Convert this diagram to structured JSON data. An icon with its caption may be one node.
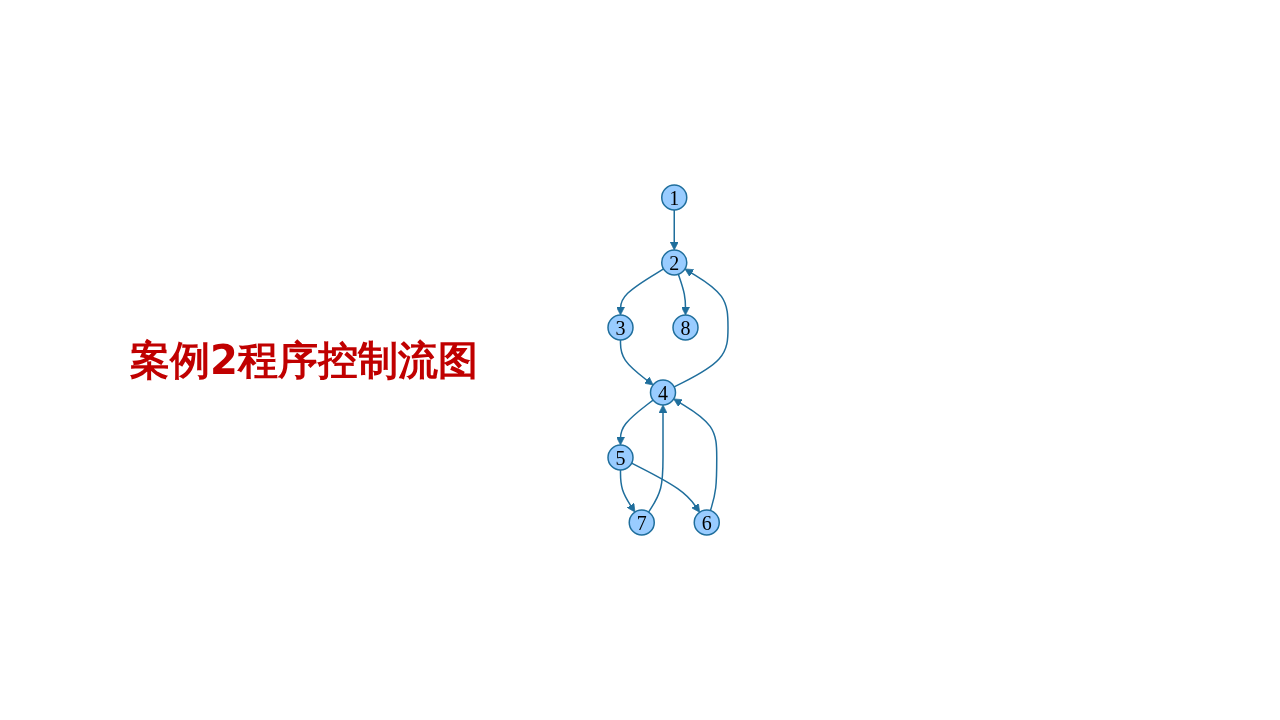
{
  "diagram": {
    "title": "案例2程序控制流图",
    "nodes": [
      {
        "text": [
          "1"
        ]
      },
      {
        "text": [
          "2"
        ]
      },
      {
        "text": [
          "3"
        ]
      },
      {
        "text": [
          "4"
        ]
      },
      {
        "text": [
          "5"
        ]
      },
      {
        "text": [
          "7"
        ]
      },
      {
        "text": [
          "6"
        ]
      },
      {
        "text": [
          "8"
        ]
      }
    ],
    "edges": [
      {
        "from": 0,
        "to": 1,
        "arrow": "to"
      },
      {
        "from": 1,
        "to": 2,
        "arrow": "to"
      },
      {
        "from": 2,
        "to": 3,
        "arrow": "to"
      },
      {
        "from": 3,
        "to": 1,
        "arrow": "to"
      },
      {
        "from": 3,
        "to": 4,
        "arrow": "to"
      },
      {
        "from": 4,
        "to": 5,
        "arrow": "to"
      },
      {
        "from": 4,
        "to": 6,
        "arrow": "to"
      },
      {
        "from": 5,
        "to": 3,
        "arrow": "to"
      },
      {
        "from": 6,
        "to": 3,
        "arrow": "to"
      },
      {
        "from": 1,
        "to": 7,
        "arrow": "to"
      }
    ]
  }
}
